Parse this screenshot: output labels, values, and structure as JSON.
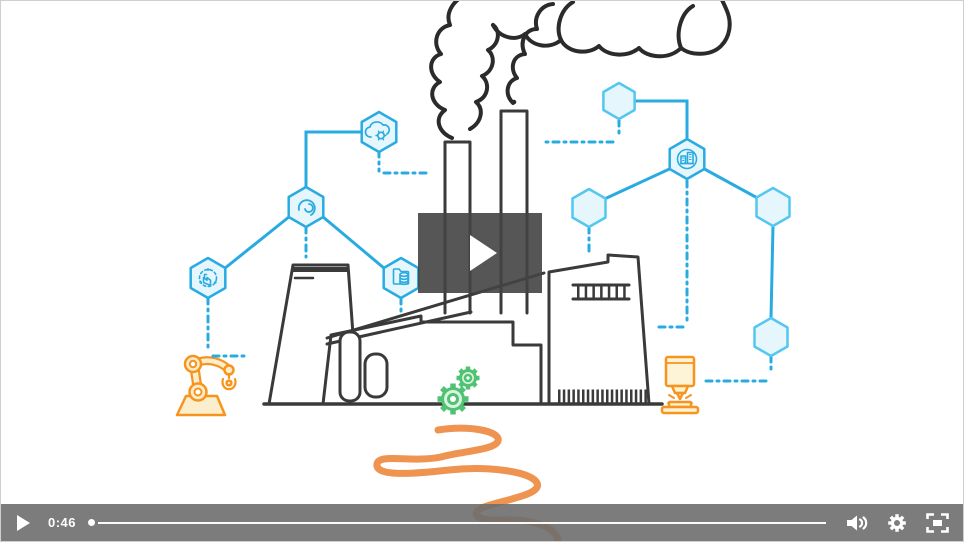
{
  "window": {
    "type": "embedded-video-player"
  },
  "player": {
    "current_time": "0:46",
    "progress_fraction": 0,
    "bar_color": "#6e6e6e",
    "icons": {
      "play": "play-triangle-icon",
      "volume": "speaker-waves-icon",
      "settings": "gear-icon",
      "fullscreen": "expand-brackets-icon"
    }
  },
  "overlay_play": {
    "label": "Play video"
  },
  "colors": {
    "network_blue": "#29ABE2",
    "network_blue_light": "#53C7EF",
    "node_fill": "#E6F6FD",
    "outline_dark": "#3A3A3A",
    "smoke_dark": "#2B2B2B",
    "machine_orange": "#F7941E",
    "machine_fill": "#FBEECC",
    "road_orange": "#EF9350",
    "gear_green": "#4FC373",
    "gear_fill": "#D9F3DF"
  },
  "illustration": {
    "scene": "smart-factory",
    "elements": [
      "hand-drawn-smoke",
      "smokestacks",
      "cooling-tower",
      "factory-buildings",
      "green-gears",
      "robot-arm",
      "laser-printer-device",
      "winding-road",
      "hexagon-iot-network"
    ],
    "network_nodes": [
      {
        "icon": "cloud-gear"
      },
      {
        "icon": "sync-swirl"
      },
      {
        "icon": "hex-ring-factory"
      },
      {
        "icon": "folder-database"
      },
      {
        "icon": "empty"
      },
      {
        "icon": "circle-buildings"
      },
      {
        "icon": "empty"
      },
      {
        "icon": "empty"
      },
      {
        "icon": "empty"
      }
    ]
  }
}
